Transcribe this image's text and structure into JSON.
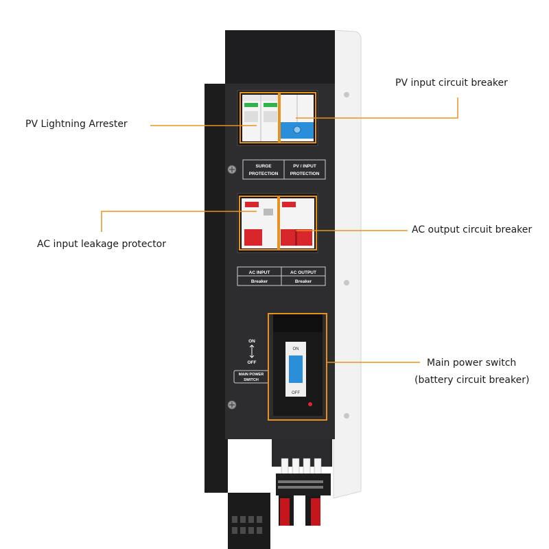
{
  "callouts": {
    "pv_lightning_arrester": "PV Lightning Arrester",
    "pv_input_breaker": "PV input circuit breaker",
    "ac_input_leakage": "AC input leakage protector",
    "ac_output_breaker": "AC output circuit breaker",
    "main_power_switch_1": "Main power switch",
    "main_power_switch_2": "(battery circuit breaker)"
  },
  "panel_labels": {
    "surge_1": "SURGE",
    "surge_2": "PROTECTION",
    "pv_input_1": "PV / INPUT",
    "pv_input_2": "PROTECTION",
    "ac_input": "AC INPUT",
    "ac_output": "AC OUTPUT",
    "breaker_left": "Breaker",
    "breaker_right": "Breaker",
    "on": "ON",
    "off": "OFF",
    "main_power_1": "MAIN POWER",
    "main_power_2": "SWITCH",
    "switch_on": "ON",
    "switch_off": "OFF"
  },
  "colors": {
    "callout_line": "#e8921e",
    "device_body": "#2b2b2d",
    "breaker_red": "#d9262c",
    "switch_blue": "#2a8fd8"
  }
}
